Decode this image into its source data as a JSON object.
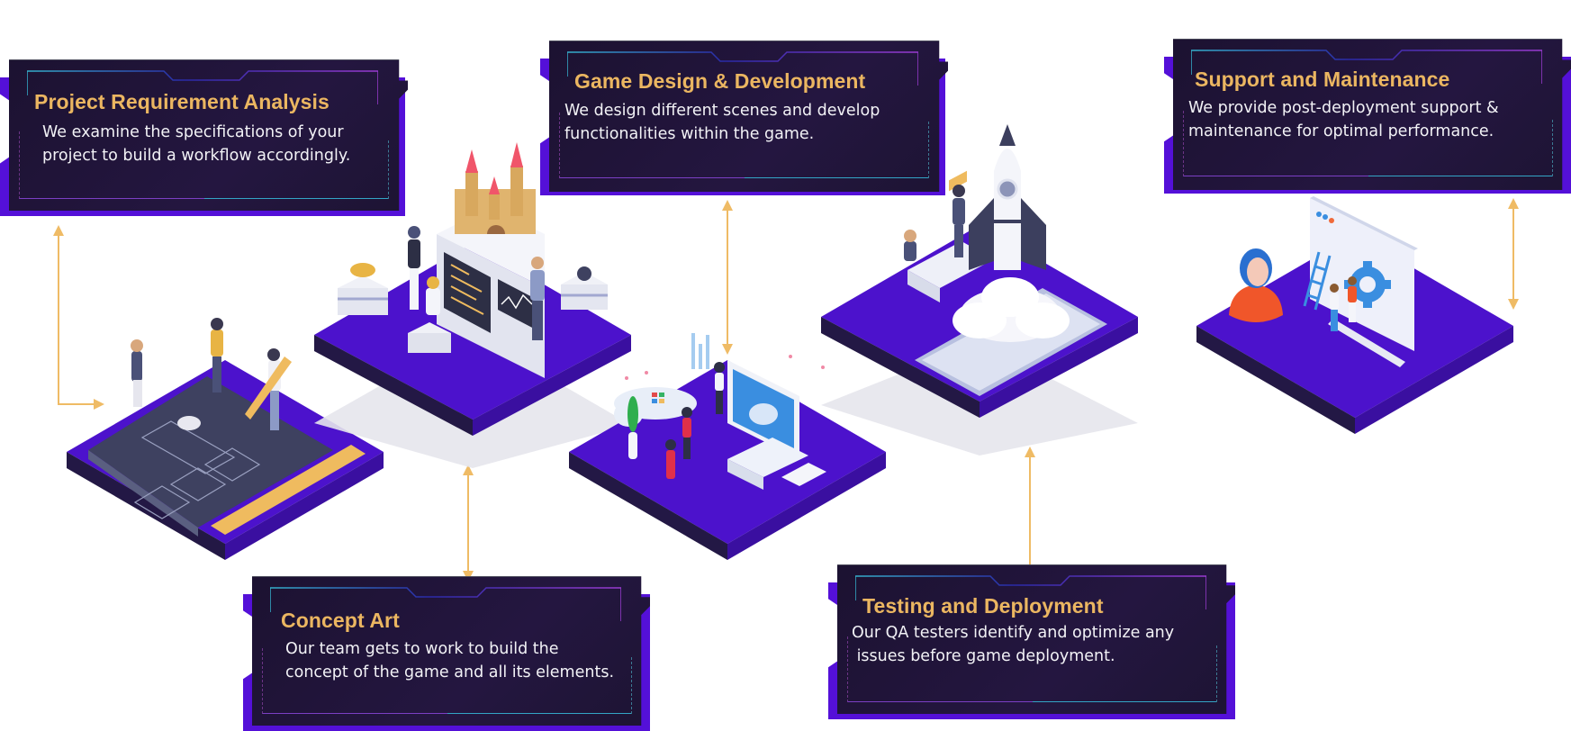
{
  "diagram": {
    "type": "process-flow",
    "steps": [
      {
        "id": 1,
        "title": "Project Requirement Analysis",
        "lines": [
          "We examine the specifications of your",
          "project to build a workflow accordingly."
        ],
        "illustration": "blueprint-planning-platform"
      },
      {
        "id": 2,
        "title": "Concept Art",
        "lines": [
          "Our team gets to work to build the",
          "concept of the game and all its elements."
        ],
        "illustration": "castle-computer-platform"
      },
      {
        "id": 3,
        "title": "Game Design & Development",
        "lines": [
          "We design different scenes and develop",
          "functionalities within the game."
        ],
        "illustration": "game-controller-monitor-platform"
      },
      {
        "id": 4,
        "title": "Testing and Deployment",
        "lines": [
          "Our QA testers identify and optimize any",
          " issues before game deployment."
        ],
        "illustration": "rocket-launch-platform"
      },
      {
        "id": 5,
        "title": "Support and Maintenance",
        "lines": [
          "We provide post-deployment support &",
          "maintenance for optimal performance."
        ],
        "illustration": "support-gear-platform"
      }
    ]
  },
  "colors": {
    "card_bg": "#1f1538",
    "card_accent": "#5410d8",
    "title": "#ebb661",
    "text": "#f2f2f6",
    "arrow": "#efbb65",
    "platform_top": "#4a12c8",
    "platform_side": "#241848"
  }
}
